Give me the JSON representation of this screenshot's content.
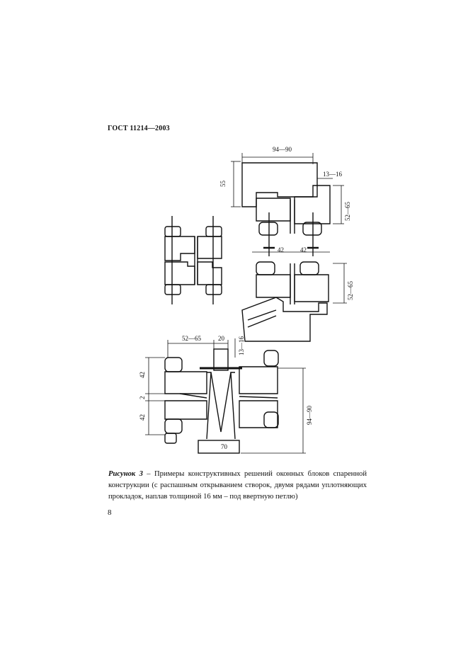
{
  "header": {
    "doc_id": "ГОСТ 11214—2003"
  },
  "figure": {
    "dims": {
      "top_width": "94—90",
      "top_height": "55",
      "top_gap": "13—16",
      "right_upper": "52—65",
      "mid_left": "42",
      "mid_right": "42",
      "right_lower": "52—65",
      "bottom_width": "52—65",
      "bottom_center": "20",
      "bottom_gap": "13—16",
      "left_upper": "42",
      "left_mid": "2",
      "left_lower": "42",
      "right_total": "94—90",
      "bottom_sill": "70"
    }
  },
  "caption": {
    "label": "Рисунок 3",
    "text": " – Примеры конструктивных решений оконных блоков спаренной конструкции (с распашным открыванием створок, двумя рядами уплотняющих прокладок, наплав толщиной 16 мм – под ввертную петлю)"
  },
  "page_number": "8"
}
